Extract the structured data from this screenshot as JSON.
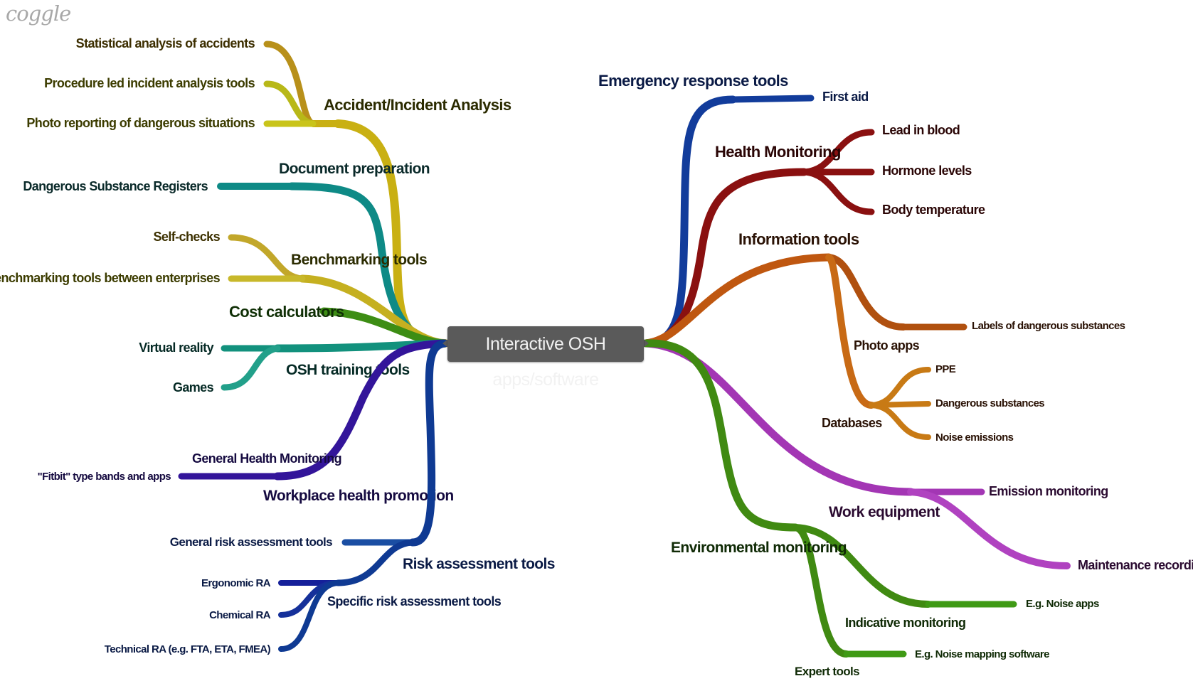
{
  "brand": {
    "logo_text": "coggle"
  },
  "root": {
    "label": "Interactive OSH apps/software"
  },
  "branches": [
    {
      "id": "accident",
      "color": "#c9b013",
      "label": "Accident/Incident Analysis",
      "children": [
        "Statistical analysis of accidents",
        "Procedure led incident analysis tools",
        "Photo reporting of dangerous situations"
      ]
    },
    {
      "id": "document",
      "color": "#0e8a86",
      "label": "Document preparation",
      "children": [
        "Dangerous Substance Registers"
      ]
    },
    {
      "id": "benchmarking",
      "color": "#c5b020",
      "label": "Benchmarking tools",
      "children": [
        "Self-checks",
        "Benchmarking tools between enterprises"
      ]
    },
    {
      "id": "cost",
      "color": "#3d8d14",
      "label": "Cost calculators",
      "children": []
    },
    {
      "id": "training",
      "color": "#12917d",
      "label": "OSH training tools",
      "children": [
        "Virtual reality",
        "Games"
      ]
    },
    {
      "id": "health_promo",
      "color": "#33159a",
      "label": "Workplace health promotion",
      "sub": "General Health Monitoring",
      "children": [
        "\"Fitbit\" type bands and apps"
      ]
    },
    {
      "id": "risk",
      "color": "#0f3a93",
      "label": "Risk assessment tools",
      "children": [
        "General risk assessment tools"
      ],
      "sub": "Specific risk assessment tools",
      "sub_children": [
        "Ergonomic RA",
        "Chemical RA",
        "Technical RA (e.g. FTA, ETA, FMEA)"
      ]
    },
    {
      "id": "emergency",
      "color": "#123c9b",
      "label": "Emergency response tools",
      "children": [
        "First aid"
      ]
    },
    {
      "id": "health_mon",
      "color": "#8a1010",
      "label": "Health Monitoring",
      "children": [
        "Lead in blood",
        "Hormone levels",
        "Body temperature"
      ]
    },
    {
      "id": "information",
      "color": "#bf5710",
      "label": "Information tools",
      "photo": "Photo apps",
      "photo_children": [
        "Labels of dangerous substances"
      ],
      "db": "Databases",
      "db_children": [
        "PPE",
        "Dangerous substances",
        "Noise emissions"
      ]
    },
    {
      "id": "equipment",
      "color": "#a336b4",
      "label": "Work equipment",
      "children": [
        "Emission monitoring",
        "Maintenance recording"
      ]
    },
    {
      "id": "environment",
      "color": "#408a12",
      "label": "Environmental monitoring",
      "ind": "Indicative monitoring",
      "ind_children": [
        "E.g. Noise apps"
      ],
      "exp": "Expert tools",
      "exp_children": [
        "E.g. Noise mapping software"
      ]
    }
  ]
}
